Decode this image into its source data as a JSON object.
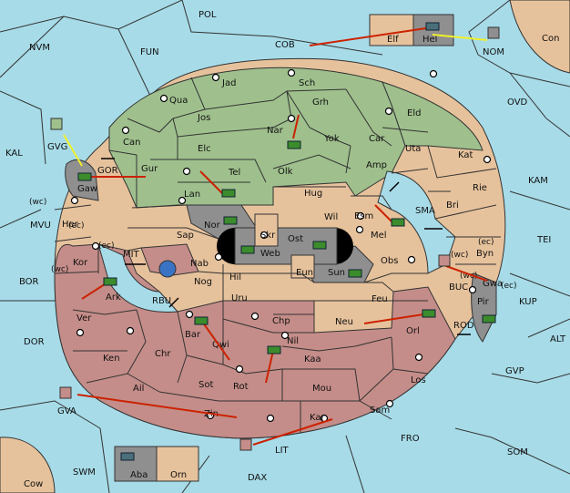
{
  "colors": {
    "sea": "#a7dbe8",
    "green": "#9fc08d",
    "tan": "#e6c29c",
    "red": "#c48d89",
    "grey": "#8f8f8f",
    "black": "#000000",
    "order_arrow": "#cc2200",
    "support_arrow": "#f0f02a"
  },
  "sea_labels": {
    "POL": "POL",
    "NVM": "NVM",
    "FUN": "FUN",
    "COB": "COB",
    "NOM": "NOM",
    "Con": "Con",
    "OVD": "OVD",
    "KAL": "KAL",
    "KAM": "KAM",
    "TEI": "TEI",
    "MVU": "MVU",
    "BOR": "BOR",
    "DOR": "DOR",
    "KUP": "KUP",
    "ALT": "ALT",
    "GVP": "GVP",
    "GVA": "GVA",
    "GVG": "GVG",
    "FRO": "FRO",
    "SOM": "SOM",
    "SWM": "SWM",
    "DAX": "DAX",
    "Cow": "Cow",
    "LIT": "LIT",
    "MIT": "MIT",
    "RBU": "RBU",
    "SMA": "SMA",
    "GOR": "GOR",
    "ROD": "ROD",
    "BUC": "BUC"
  },
  "provinces": {
    "Jad": "Jad",
    "Sch": "Sch",
    "Qua": "Qua",
    "Jos": "Jos",
    "Grh": "Grh",
    "Eld": "Eld",
    "Can": "Can",
    "Nar": "Nar",
    "Yok": "Yok",
    "Car": "Car",
    "Uta": "Uta",
    "Kat": "Kat",
    "Elc": "Elc",
    "Olk": "Olk",
    "Amp": "Amp",
    "Gur": "Gur",
    "Tel": "Tel",
    "Rie": "Rie",
    "Lan": "Lan",
    "Hug": "Hug",
    "Bri": "Bri",
    "Gaw": "Gaw",
    "Esm": "Esm",
    "Her": "Her",
    "Nor": "Nor",
    "Skr": "Skr",
    "Wil": "Wil",
    "Sap": "Sap",
    "Ost": "Ost",
    "Mel": "Mel",
    "Byn": "Byn",
    "Web": "Web",
    "Kor": "Kor",
    "Nab": "Nab",
    "Eun": "Eun",
    "Obs": "Obs",
    "Gwa": "Gwa",
    "Sun": "Sun",
    "Hil": "Hil",
    "Nog": "Nog",
    "Pir": "Pir",
    "Ark": "Ark",
    "Uru": "Uru",
    "Feu": "Feu",
    "Ver": "Ver",
    "Chp": "Chp",
    "Neu": "Neu",
    "Bar": "Bar",
    "Qwi": "Qwi",
    "Orl": "Orl",
    "Nil": "Nil",
    "Ken": "Ken",
    "Chr": "Chr",
    "Kaa": "Kaa",
    "Ail": "Ail",
    "Sot": "Sot",
    "Rot": "Rot",
    "Mou": "Mou",
    "Los": "Los",
    "Zin": "Zin",
    "Sam": "Sam",
    "Kar": "Kar",
    "Elf": "Elf",
    "Hel": "Hel",
    "Aba": "Aba",
    "Orn": "Orn"
  },
  "coast_labels": [
    "(wc)",
    "(ec)",
    "(ec)",
    "(wc)",
    "(wc)",
    "(ec)",
    "(wc)",
    "(ec)"
  ]
}
